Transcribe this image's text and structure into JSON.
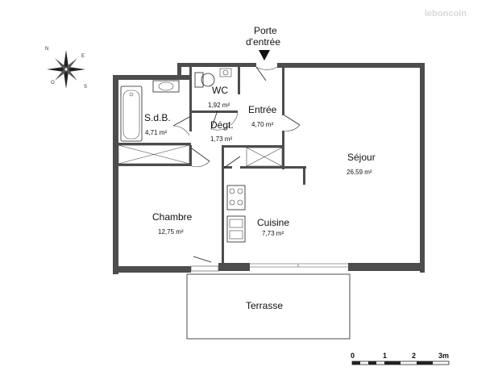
{
  "brand": "leboncoin",
  "entry": {
    "line1": "Porte",
    "line2": "d'entrée"
  },
  "compass": {
    "n": "N",
    "e": "E",
    "s": "S",
    "o": "O"
  },
  "rooms": {
    "sejour": {
      "name": "Séjour",
      "area": "26,59 m²"
    },
    "sdb": {
      "name": "S.d.B.",
      "area": "4,71 m²"
    },
    "wc": {
      "name": "WC",
      "area": "1,92 m²"
    },
    "entree": {
      "name": "Entrée",
      "area": "4,70 m²"
    },
    "degt": {
      "name": "Dégt.",
      "area": "1,73 m²"
    },
    "chambre": {
      "name": "Chambre",
      "area": "12,75 m²"
    },
    "cuisine": {
      "name": "Cuisine",
      "area": "7,73 m²"
    },
    "terrasse": {
      "name": "Terrasse"
    }
  },
  "scale": {
    "t0": "0",
    "t1": "1",
    "t2": "2",
    "t3": "3m"
  }
}
